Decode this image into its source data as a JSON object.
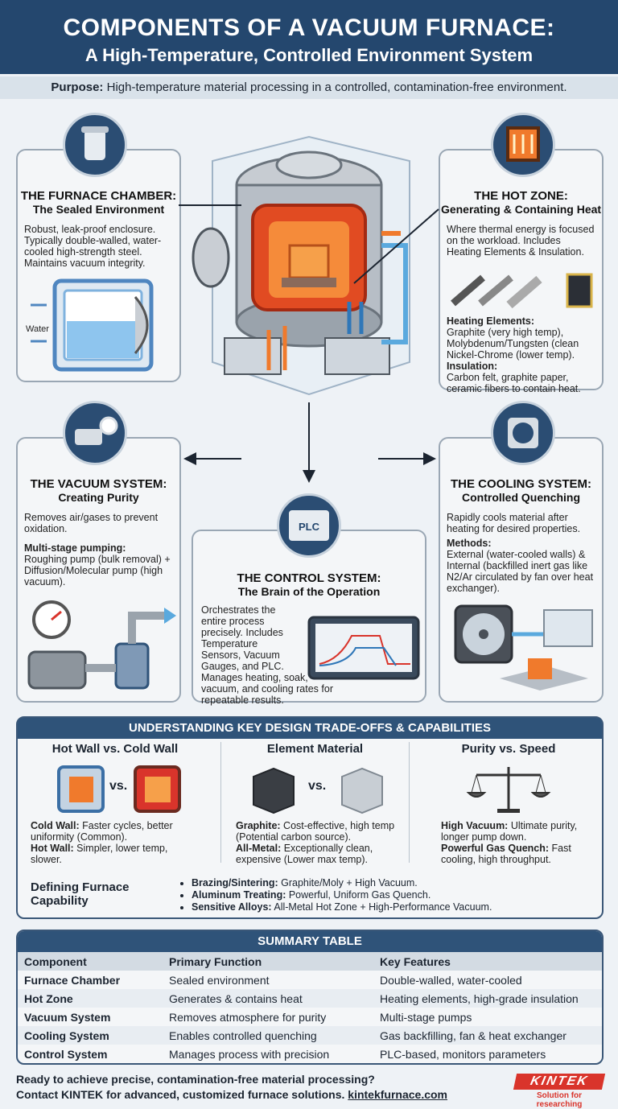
{
  "header": {
    "title": "COMPONENTS OF A VACUUM FURNACE:",
    "subtitle": "A High-Temperature, Controlled Environment System"
  },
  "purpose": {
    "label": "Purpose:",
    "text": " High-temperature material processing in a controlled, contamination-free environment."
  },
  "chamber": {
    "title": "THE FURNACE CHAMBER:",
    "subtitle": "The Sealed Environment",
    "text": "Robust, leak-proof enclosure. Typically double-walled, water-cooled high-strength steel. Maintains vacuum integrity.",
    "water_label": "Water"
  },
  "hotzone": {
    "title": "THE HOT ZONE:",
    "subtitle": "Generating & Containing Heat",
    "text": "Where thermal energy is focused on the workload. Includes Heating Elements & Insulation.",
    "elements_label": "Heating Elements:",
    "elements_text": "Graphite (very high temp), Molybdenum/Tungsten (clean Nickel-Chrome (lower temp).",
    "insulation_label": "Insulation:",
    "insulation_text": "Carbon felt, graphite paper, ceramic fibers to contain heat."
  },
  "vacuum": {
    "title": "THE VACUUM SYSTEM:",
    "subtitle": "Creating Purity",
    "text": "Removes air/gases to prevent oxidation.",
    "multi_label": "Multi-stage pumping:",
    "multi_text": "Roughing pump (bulk removal) + Diffusion/Molecular pump (high vacuum)."
  },
  "cooling": {
    "title": "THE COOLING SYSTEM:",
    "subtitle": "Controlled Quenching",
    "text": "Rapidly cools material after heating for desired properties.",
    "methods_label": "Methods:",
    "methods_text": "External (water-cooled walls) & Internal (backfilled inert gas like N2/Ar circulated by fan over heat exchanger)."
  },
  "control": {
    "title": "THE CONTROL SYSTEM:",
    "subtitle": "The Brain of the Operation",
    "icon_text": "PLC",
    "text1": "Orchestrates the entire process precisely. Includes Temperature Sensors, Vacuum Gauges, and PLC.",
    "text2": "Manages heating, soak, vacuum, and cooling rates for repeatable results."
  },
  "tradeoffs": {
    "title": "UNDERSTANDING KEY DESIGN TRADE-OFFS & CAPABILITIES",
    "vs": "vs.",
    "c1": {
      "title": "Hot Wall vs. Cold Wall",
      "l1": "Cold Wall:",
      "t1": " Faster cycles, better uniformity (Common).",
      "l2": "Hot Wall:",
      "t2": " Simpler, lower temp, slower."
    },
    "c2": {
      "title": "Element Material",
      "l1": "Graphite:",
      "t1": " Cost-effective, high temp (Potential carbon source).",
      "l2": "All-Metal:",
      "t2": " Exceptionally clean, expensive (Lower max temp)."
    },
    "c3": {
      "title": "Purity vs. Speed",
      "l1": "High Vacuum:",
      "t1": " Ultimate purity, longer pump down.",
      "l2": "Powerful Gas Quench:",
      "t2": " Fast cooling, high throughput."
    },
    "capability_title": "Defining Furnace Capability",
    "bullets": [
      {
        "l": "Brazing/Sintering:",
        "t": " Graphite/Moly + High Vacuum."
      },
      {
        "l": "Aluminum Treating:",
        "t": " Powerful, Uniform Gas Quench."
      },
      {
        "l": "Sensitive Alloys:",
        "t": " All-Metal Hot Zone + High-Performance Vacuum."
      }
    ]
  },
  "summary": {
    "title": "SUMMARY TABLE",
    "headers": [
      "Component",
      "Primary Function",
      "Key Features"
    ],
    "rows": [
      [
        "Furnace Chamber",
        "Sealed environment",
        "Double-walled, water-cooled"
      ],
      [
        "Hot Zone",
        "Generates & contains heat",
        "Heating elements, high-grade insulation"
      ],
      [
        "Vacuum System",
        "Removes atmosphere for purity",
        "Multi-stage pumps"
      ],
      [
        "Cooling System",
        "Enables controlled quenching",
        "Gas backfilling, fan & heat exchanger"
      ],
      [
        "Control System",
        "Manages process with precision",
        "PLC-based, monitors parameters"
      ]
    ]
  },
  "footer": {
    "line1": "Ready to achieve precise, contamination-free material processing?",
    "line2": "Contact KINTEK for advanced, customized furnace solutions. ",
    "link": "kintekfurnace.com"
  },
  "logo": {
    "name": "KINTEK",
    "tagline": "Solution for researching"
  },
  "colors": {
    "navy": "#24476e",
    "accent": "#d9342b",
    "heat": "#f07a2c",
    "water": "#5aa9de"
  }
}
